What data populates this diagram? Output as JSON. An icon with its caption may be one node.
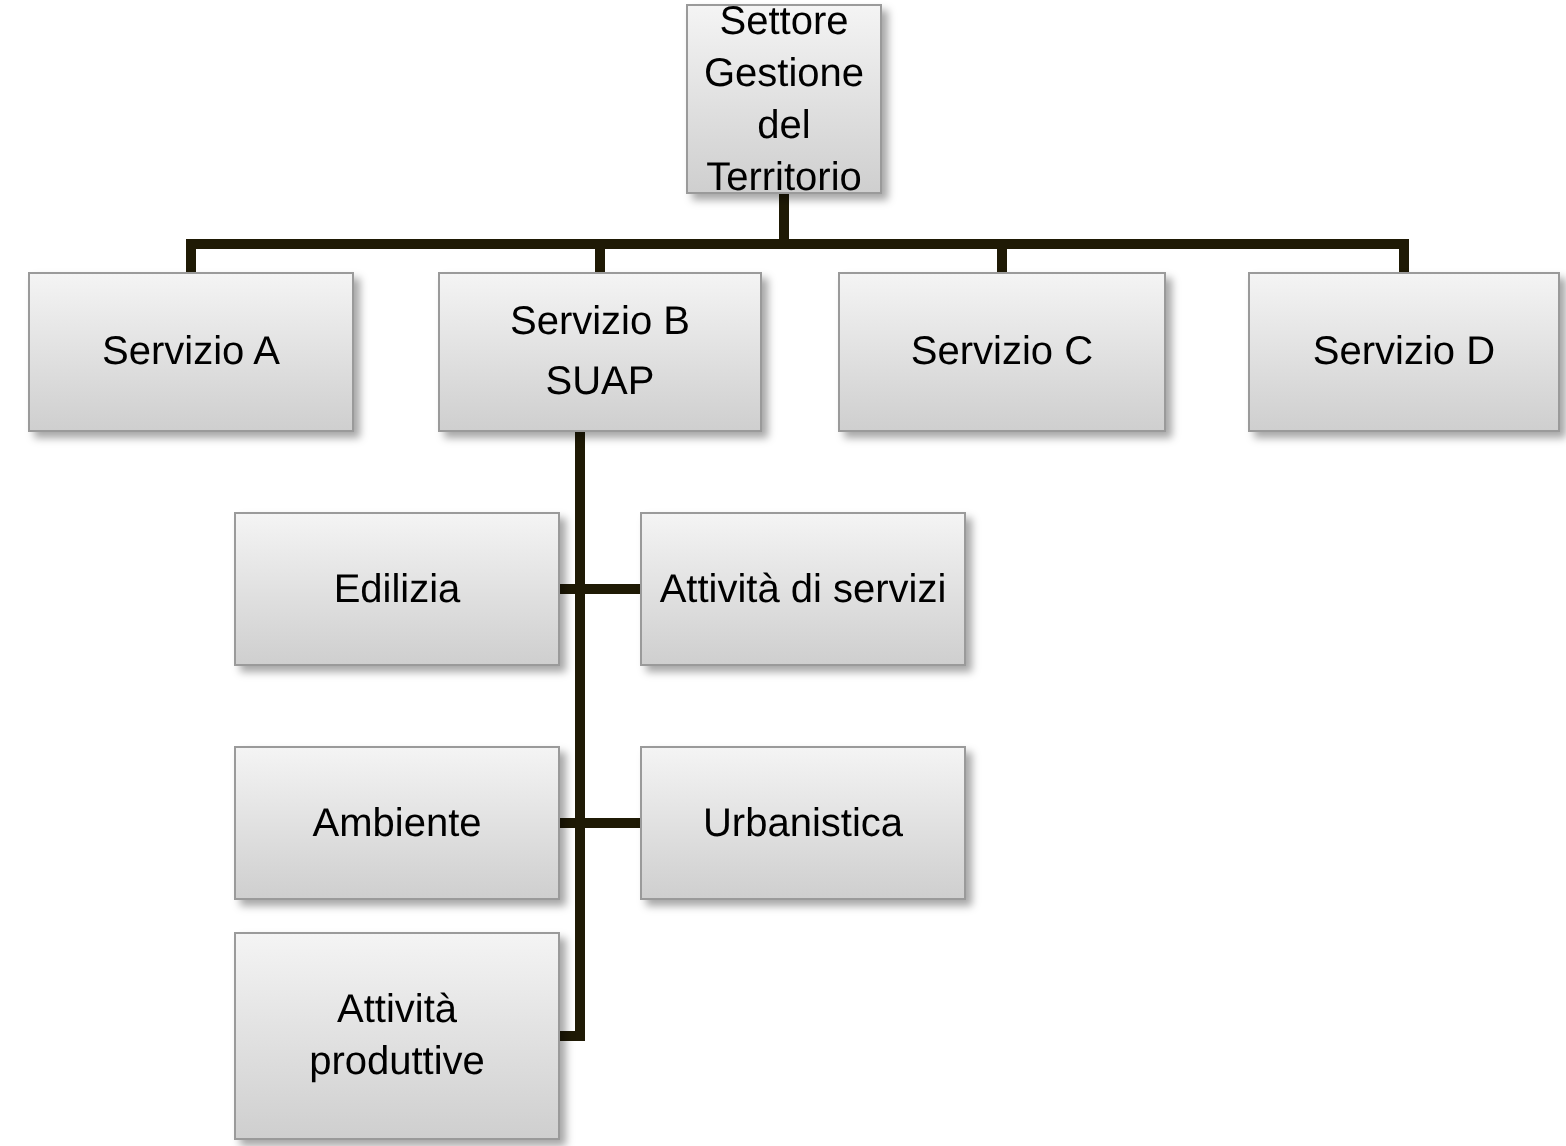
{
  "diagram": {
    "nodes": [
      {
        "text": [
          "Settore Gestione del Territorio"
        ]
      },
      {
        "text": [
          "Servizio A"
        ]
      },
      {
        "text": [
          "Servizio B",
          "SUAP"
        ]
      },
      {
        "text": [
          "Servizio C"
        ]
      },
      {
        "text": [
          "Servizio D"
        ]
      },
      {
        "text": [
          "Edilizia"
        ]
      },
      {
        "text": [
          "Attività di servizi"
        ]
      },
      {
        "text": [
          "Ambiente"
        ]
      },
      {
        "text": [
          "Urbanistica"
        ]
      },
      {
        "text": [
          "Attività produttive"
        ]
      }
    ],
    "edges": [
      {
        "from": 0,
        "to": 1,
        "arrow": "none"
      },
      {
        "from": 0,
        "to": 2,
        "arrow": "none"
      },
      {
        "from": 0,
        "to": 3,
        "arrow": "none"
      },
      {
        "from": 0,
        "to": 4,
        "arrow": "none"
      },
      {
        "from": 2,
        "to": 5,
        "arrow": "none"
      },
      {
        "from": 2,
        "to": 6,
        "arrow": "none"
      },
      {
        "from": 2,
        "to": 7,
        "arrow": "none"
      },
      {
        "from": 2,
        "to": 8,
        "arrow": "none"
      },
      {
        "from": 2,
        "to": 9,
        "arrow": "none"
      }
    ]
  }
}
